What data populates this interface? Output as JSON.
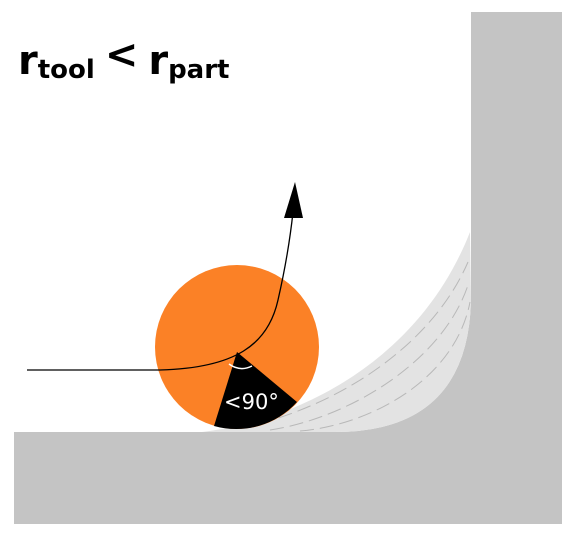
{
  "title": {
    "r_main": "r",
    "tool_sub": "tool",
    "operator": "<",
    "part_sub": "part"
  },
  "angle_label": "<90°",
  "colors": {
    "background": "#ffffff",
    "part": "#c4c4c4",
    "fillet_material": "#e3e3e3",
    "tool": "#fb8126",
    "contact_sector": "#000000",
    "toolpath": "#000000"
  },
  "icons": {
    "tool": "circle",
    "feed_arrow": "arrow-head"
  }
}
